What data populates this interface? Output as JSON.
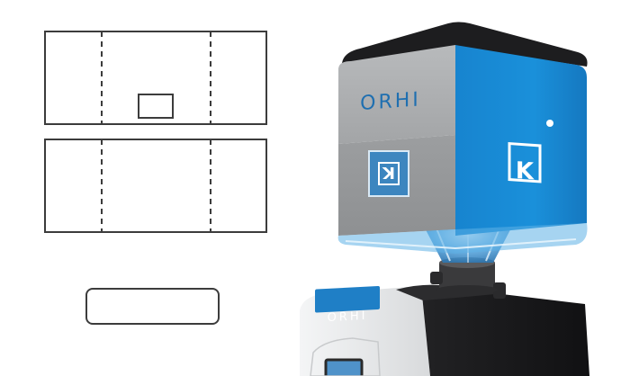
{
  "product": {
    "brand_hopper": "ORHI",
    "brand_base": "ORHI",
    "logo_letter": "K",
    "logo_letter_side": "K"
  },
  "colors": {
    "hopper_blue": "#1a8ed6",
    "hopper_grey": "#a9abad",
    "hopper_dark": "#2a2a2c",
    "base_black": "#1c1c1e",
    "base_white": "#ecedee",
    "label_blue": "#1f7fc6",
    "outline": "#3c3c3c"
  }
}
